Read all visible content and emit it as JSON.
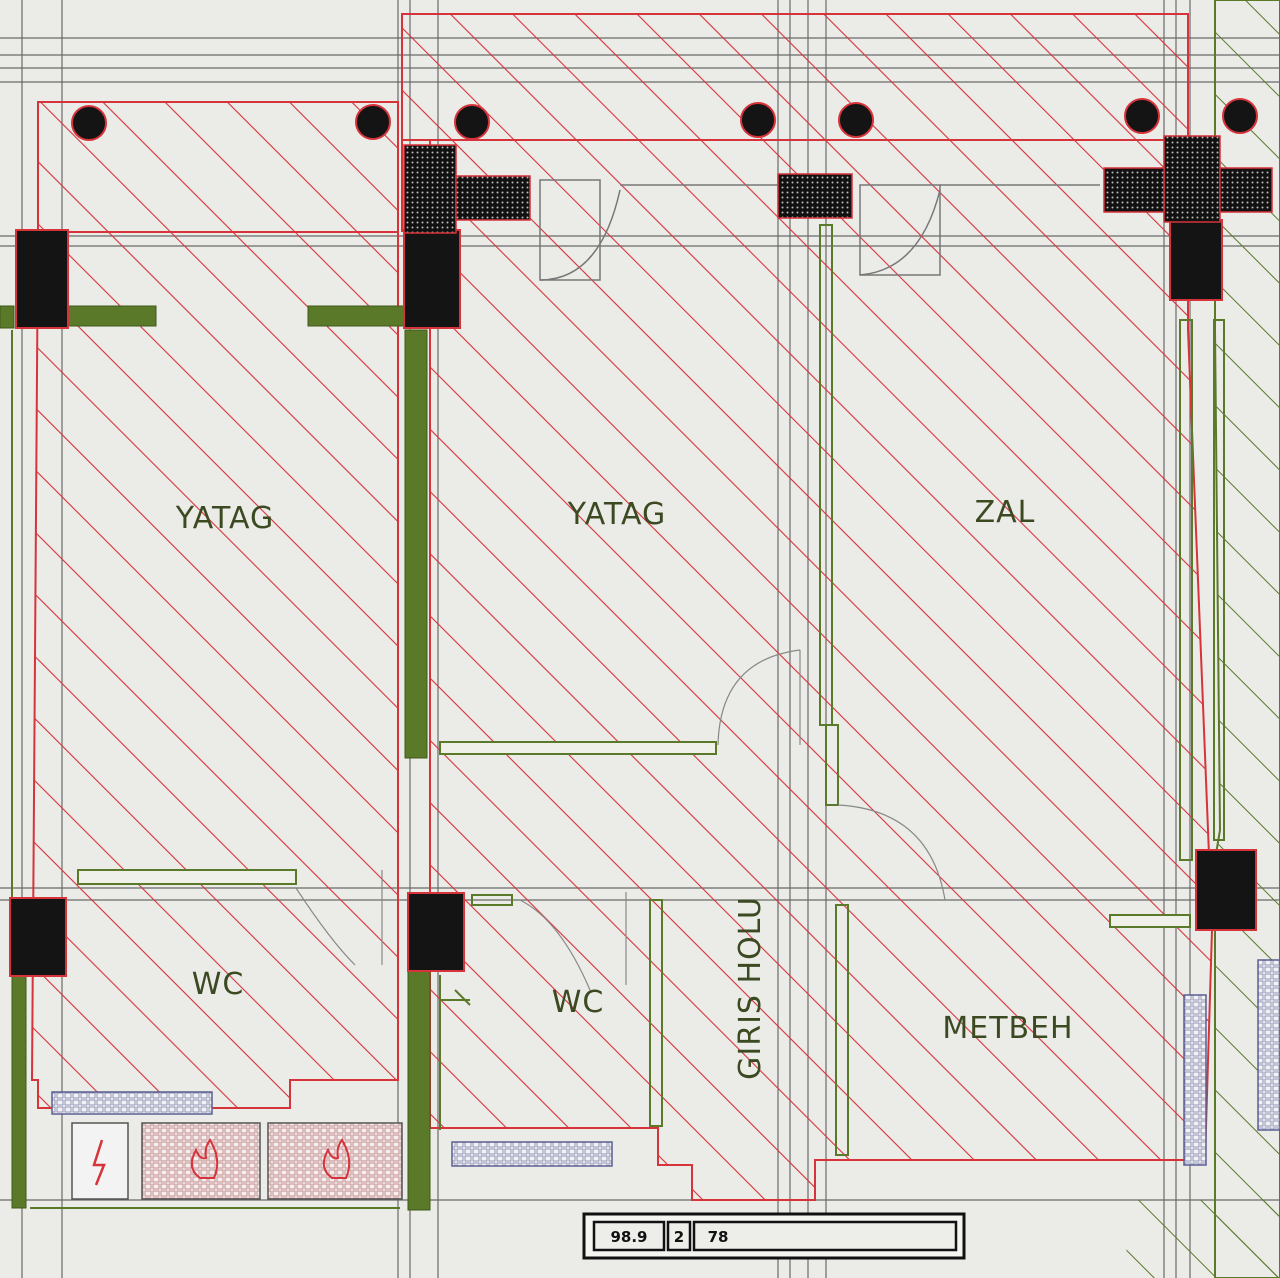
{
  "rooms": {
    "bedroom_left": "YATAG",
    "bedroom_center": "YATAG",
    "living_room": "ZAL",
    "wc_left": "WC",
    "wc_center": "WC",
    "entrance_hall": "GIRIS HOLU",
    "kitchen": "METBEH"
  },
  "unit_tag": {
    "area": "98.9",
    "rooms": "2",
    "number": "78"
  },
  "colors": {
    "hatch": "#d6333b",
    "wall_green": "#5a7a2a",
    "column": "#141414",
    "grid": "#6a6a6a",
    "paper": "#e9e9e6"
  }
}
